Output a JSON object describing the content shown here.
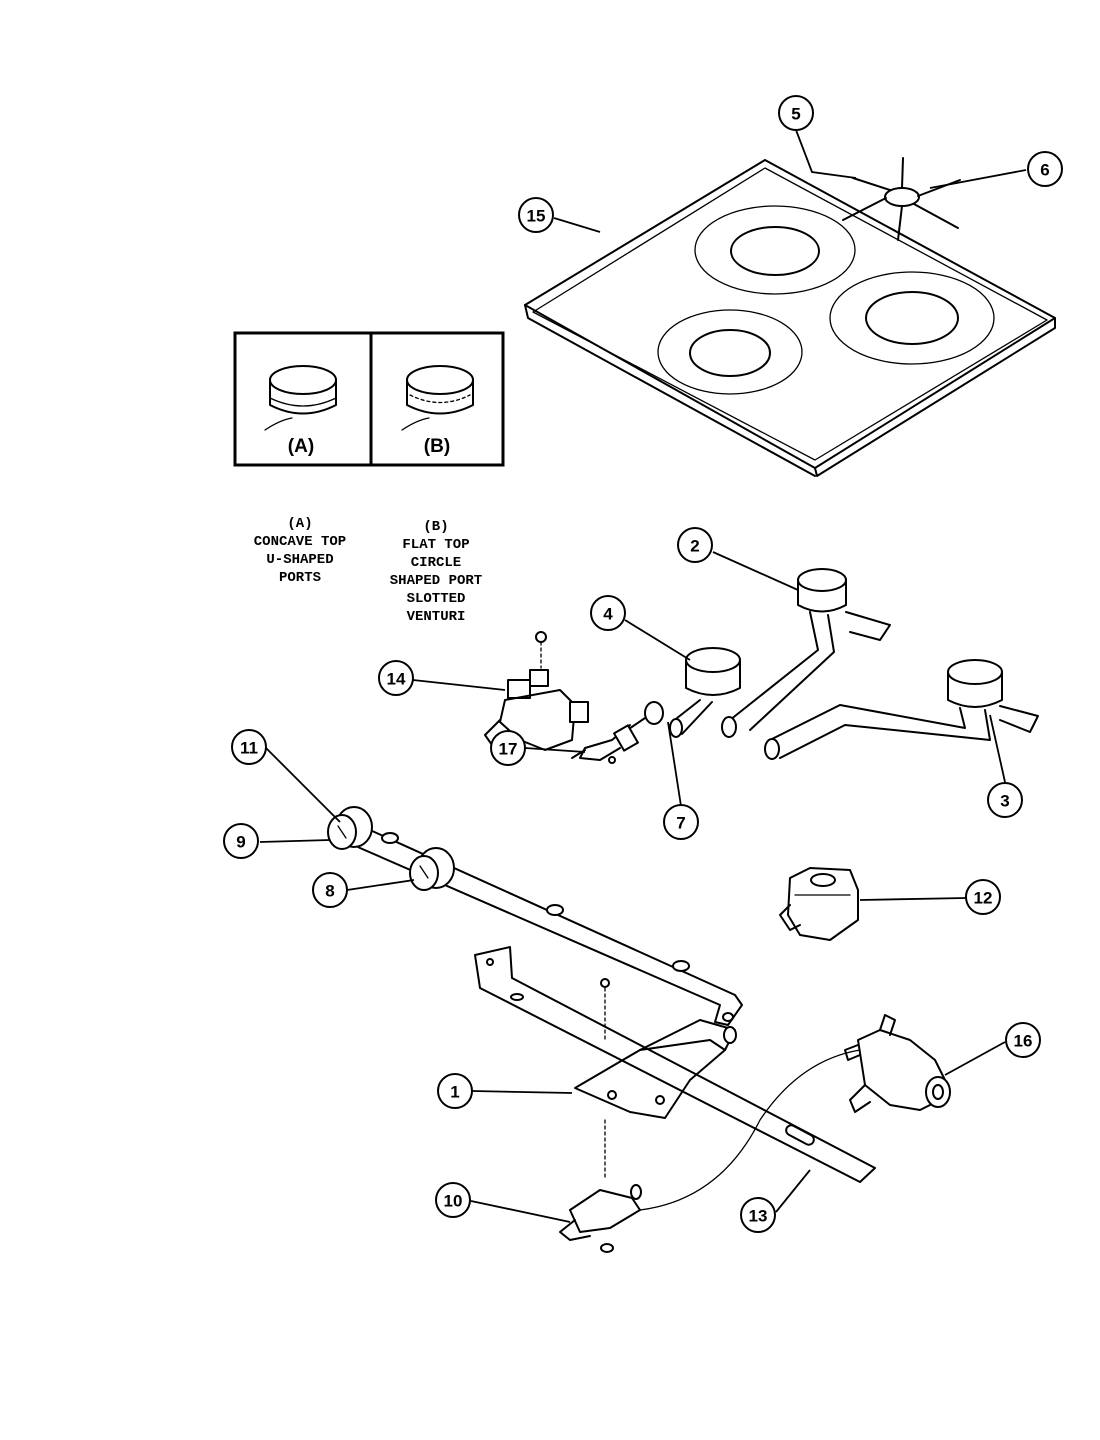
{
  "inset": {
    "a_label": "(A)",
    "b_label": "(B)"
  },
  "notes": {
    "a": [
      "(A)",
      "CONCAVE TOP",
      "U-SHAPED",
      "PORTS"
    ],
    "b": [
      "(B)",
      "FLAT TOP",
      "CIRCLE",
      "SHAPED PORT",
      "SLOTTED",
      "VENTURI"
    ]
  },
  "callouts": [
    "1",
    "2",
    "3",
    "4",
    "5",
    "6",
    "7",
    "8",
    "9",
    "10",
    "11",
    "12",
    "13",
    "14",
    "15",
    "16",
    "17"
  ]
}
